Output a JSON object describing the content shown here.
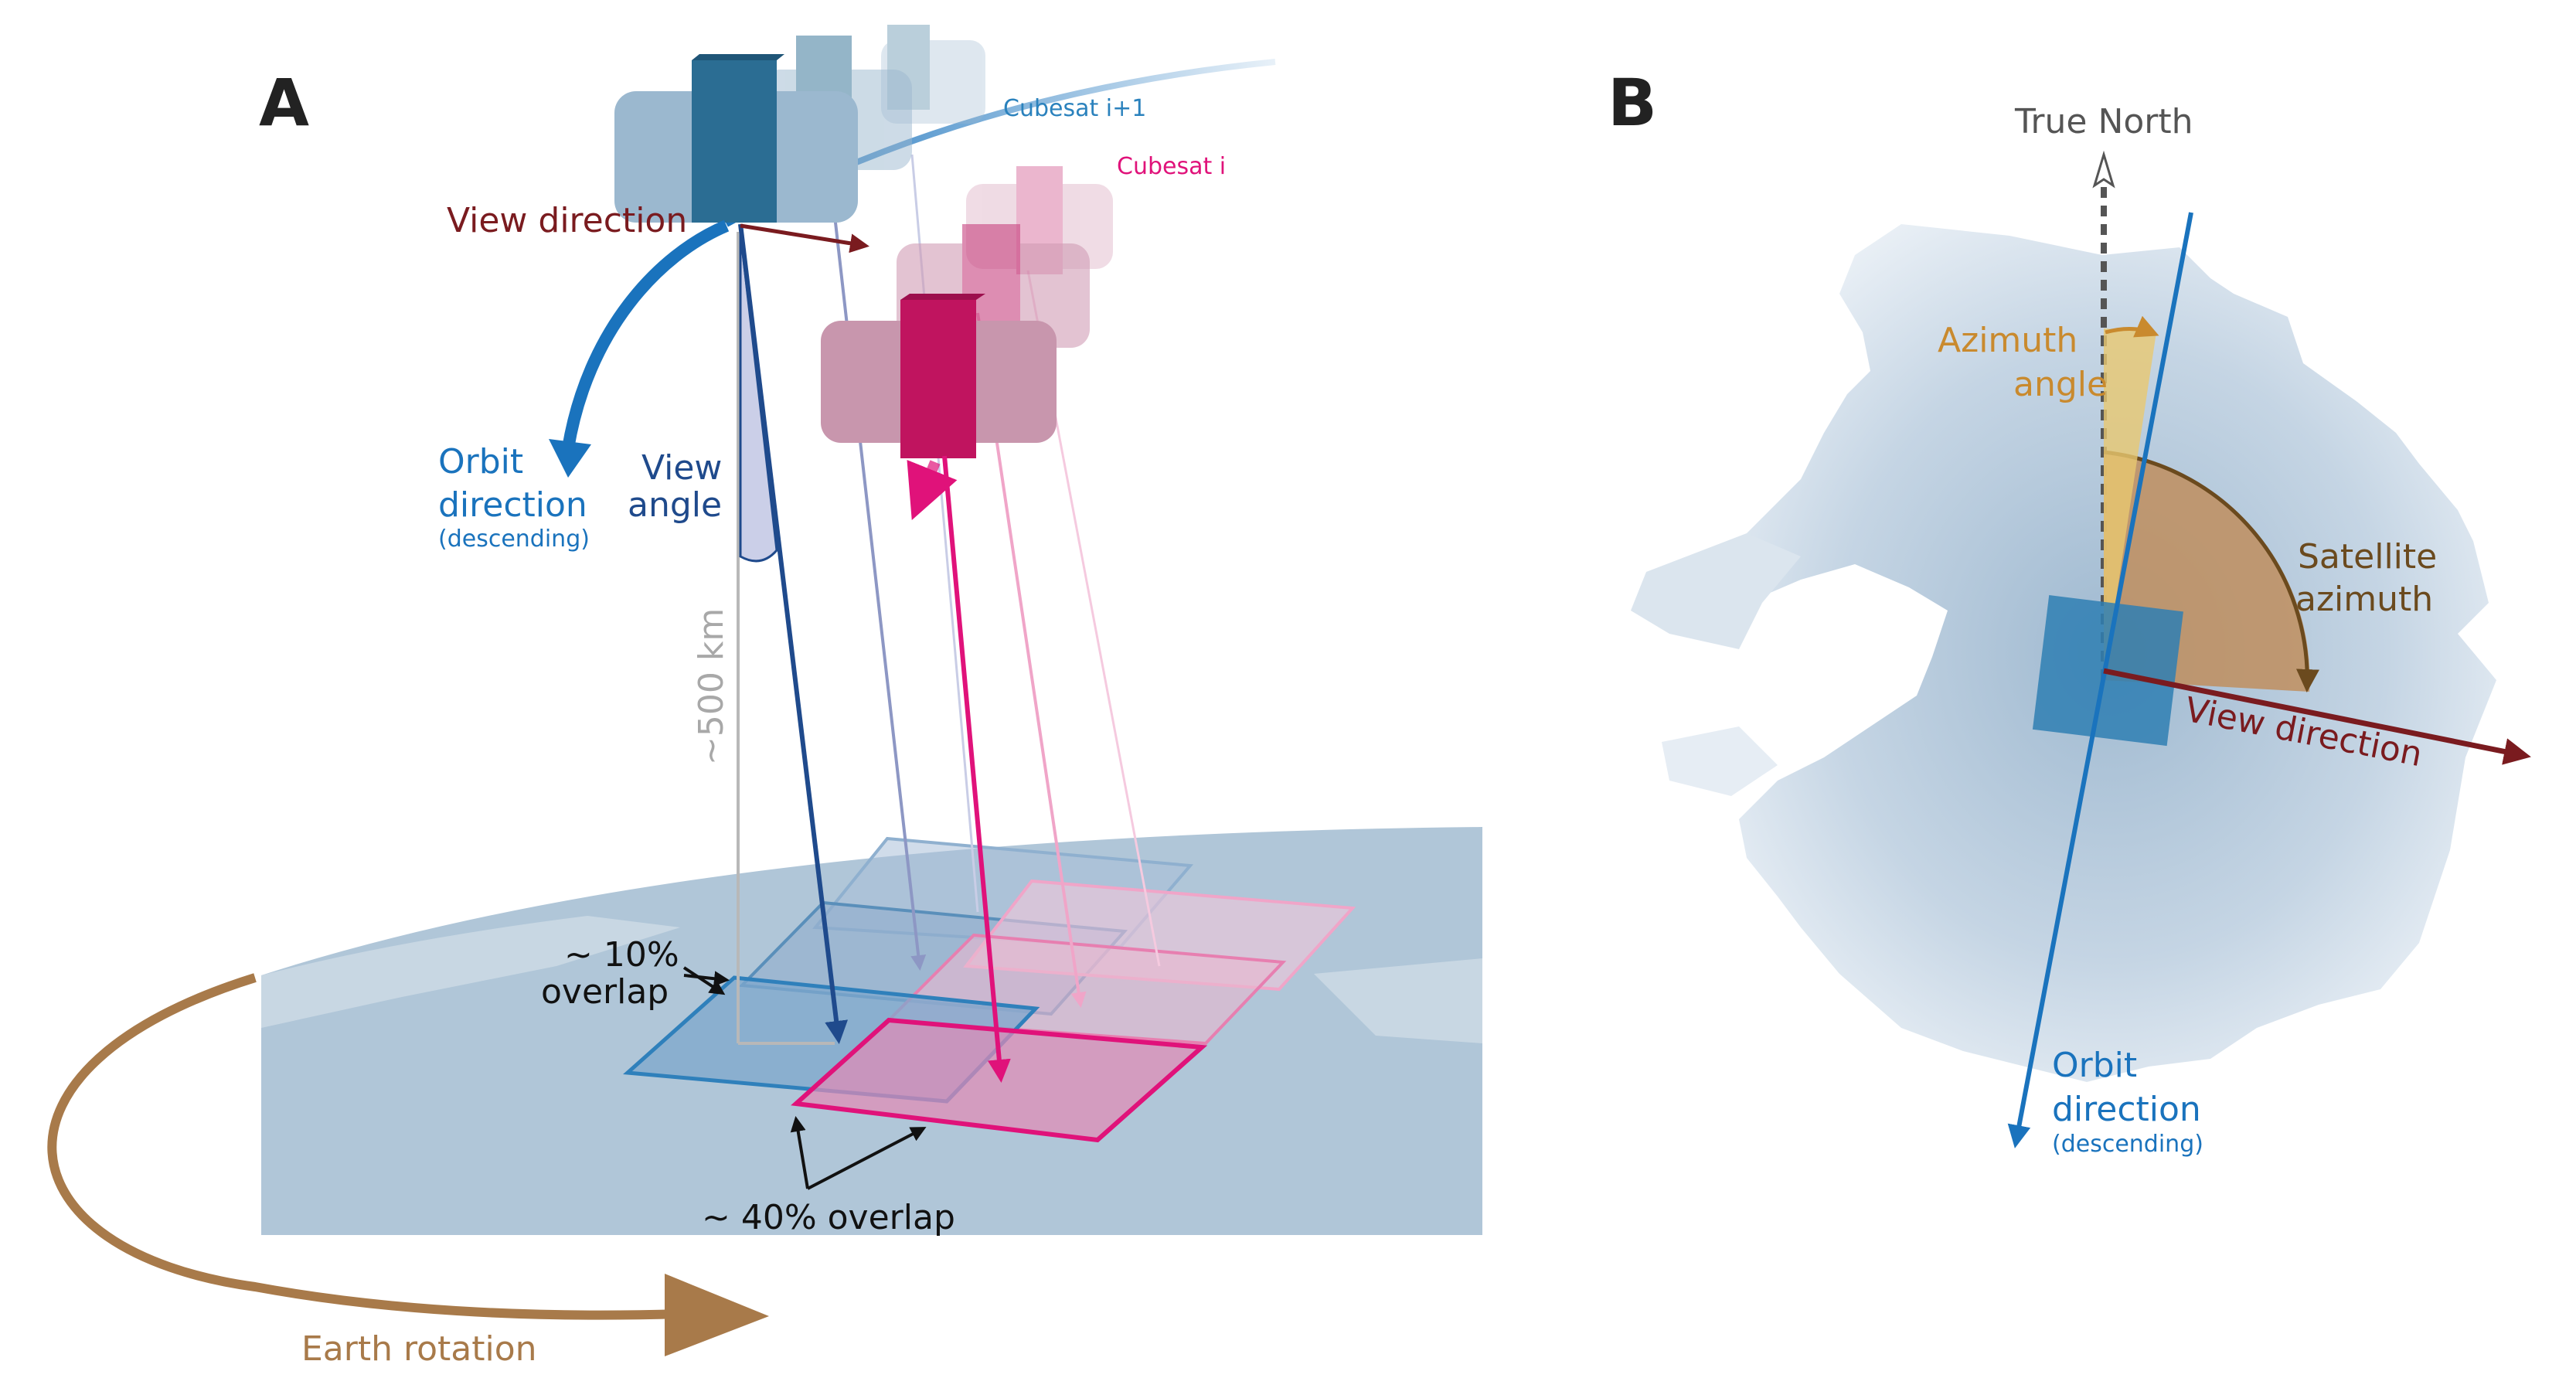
{
  "panel_a": {
    "letter": "A",
    "cubesat_next": "Cubesat i+1",
    "cubesat_current": "Cubesat i",
    "view_direction": "View direction",
    "orbit_direction": [
      "Orbit",
      "direction"
    ],
    "orbit_direction_note": "(descending)",
    "view_angle": [
      "View",
      "angle"
    ],
    "altitude": "~500 km",
    "overlap_10": [
      "~ 10%",
      "overlap"
    ],
    "overlap_40": "~ 40% overlap",
    "earth_rotation": "Earth rotation"
  },
  "panel_b": {
    "letter": "B",
    "true_north": "True North",
    "azimuth_angle": [
      "Azimuth",
      "angle"
    ],
    "satellite_azimuth": [
      "Satellite",
      "azimuth"
    ],
    "view_direction": "View direction",
    "orbit_direction": [
      "Orbit",
      "direction"
    ],
    "orbit_direction_note": "(descending)"
  },
  "colors": {
    "orbit_blue": "#1a73bd",
    "view_darkred": "#7a1b1f",
    "cubesat_pink": "#e0127a",
    "azimuth_gold": "#c98a2e",
    "satellite_azimuth_brown": "#6b4a1e",
    "earth_rotation_brown": "#a87a4a",
    "earth_blue": "#b0c6d8",
    "dark_navy": "#1f4a8c"
  }
}
